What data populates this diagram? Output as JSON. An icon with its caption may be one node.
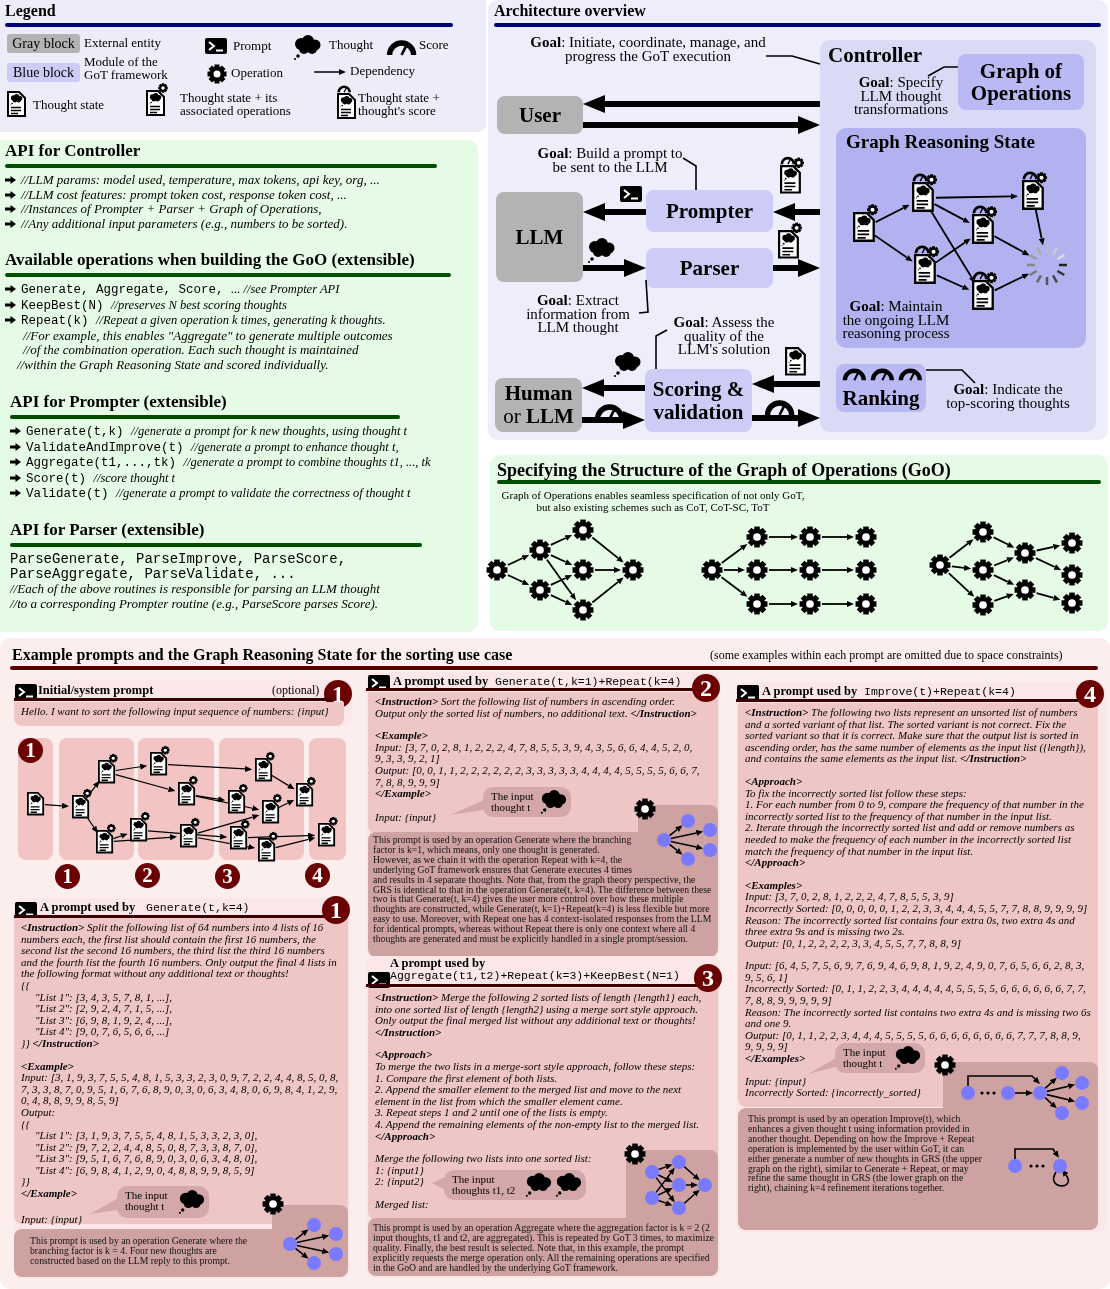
{
  "diagram": {
    "nodes": [
      {
        "text": [
          "Architecture overview"
        ]
      },
      {
        "text": [
          "Controller"
        ],
        "in": 0
      },
      {
        "text": [
          "Graph of Operations"
        ],
        "in": 1
      },
      {
        "text": [
          "Graph Reasoning State",
          "**Goal**: Maintain the ongoing LLM reasoning process"
        ],
        "in": 1
      },
      {
        "text": [
          "Ranking"
        ],
        "in": 1
      },
      {
        "text": [
          "User"
        ],
        "in": 0
      },
      {
        "text": [
          "LLM"
        ],
        "in": 0
      },
      {
        "text": [
          "Prompter"
        ],
        "in": 0
      },
      {
        "text": [
          "Parser"
        ],
        "in": 0
      },
      {
        "text": [
          "**Human** or **LLM**"
        ],
        "in": 0
      },
      {
        "text": [
          "Scoring & validation"
        ],
        "in": 0
      },
      {
        "text": [
          "**Goal**: Initiate, coordinate, manage, and progress the GoT execution"
        ],
        "in": 0
      },
      {
        "text": [
          "**Goal**: Specify LLM thought transformations"
        ],
        "in": 1
      },
      {
        "text": [
          "**Goal**: Build a prompt to be sent to the LLM"
        ],
        "in": 0
      },
      {
        "text": [
          "**Goal**: Extract information from LLM thought"
        ],
        "in": 0
      },
      {
        "text": [
          "**Goal**: Assess the quality of the LLM's solution"
        ],
        "in": 0
      },
      {
        "text": [
          "**Goal**: Indicate the top-scoring thoughts"
        ],
        "in": 1
      },
      {
        "text": [
          "API for Controller",
          "//LLM params: model used, temperature, max tokens, api key, org, ...",
          "//LLM cost features: prompt token cost, response token cost, ...",
          "//Instances of Prompter + Parser + Graph of Operations,",
          "//Any additional input parameters (e.g., numbers to be sorted)."
        ]
      },
      {
        "text": [
          "Available operations when building the GoO (extensible)",
          "Generate, Aggregate, Score, *... //see Prompter API*",
          "KeepBest(N) *//preserves N best scoring thoughts*",
          "Repeat(k) *//Repeat a given operation k times, generating k thoughts.*",
          "//For example, this enables \"Aggregate\" to generate multiple outcomes",
          "//of the combination operation. Each such thought is maintained",
          "//within the Graph Reasoning State and scored individually."
        ]
      },
      {
        "text": [
          "API for Prompter (extensible)",
          "Generate(t,k) *//generate a prompt for k new thoughts, using thought t*",
          "ValidateAndImprove(t) *//generate a prompt to enhance thought t,*",
          "Aggregate(t1,...,tk) *//generate a prompt to combine thoughts t1, ..., tk*",
          "Score(t) *//score thought t*",
          "Validate(t) *//generate a prompt to validate the correctness of thought t*"
        ]
      },
      {
        "text": [
          "API for Parser (extensible)",
          "ParseGenerate, ParseImprove, ParseScore, ParseAggregate, ParseValidate, ...",
          "//Each of the above routines is responsible for parsing an LLM thought",
          "//to a corresponding Prompter routine (e.g., ParseScore parses Score)."
        ]
      },
      {
        "text": [
          "Specifying the Structure of the Graph of Operations (GoO)",
          "Graph of Operations enables seamless specification of not only GoT, but also existing schemes such as CoT, CoT-SC, ToT"
        ]
      },
      {
        "text": [
          "Example prompts and the Graph Reasoning State for the sorting use case",
          "(some examples within each prompt are omitted due to space constraints)"
        ]
      },
      {
        "text": [
          "Initial/system prompt",
          "(optional)",
          "1",
          "Hello. I want to sort the following input sequence of numbers: {input}"
        ],
        "in": 22
      },
      {
        "text": [
          "A prompt used by",
          "Generate(t,k=4)",
          "**<Instruction>** Split the following list of 64 numbers into 4 lists of 16 numbers each, the first list should contain the first 16 numbers, the second list the second 16 numbers, the third list the third 16 numbers and the fourth list the fourth 16 numbers. Only output the final 4 lists in the following format without any additional text or thoughts!",
          "{{",
          "\"List 1\": [3, 4, 3, 5, 7, 8, 1, ...],",
          "\"List 2\": [2, 9, 2, 4, 7, 1, 5, ...],",
          "\"List 3\": [6, 9, 8, 1, 9, 2, 4, ...],",
          "\"List 4\": [9, 0, 7, 6, 5, 6, 6, ...]",
          "}} **</Instruction>**",
          "<Example>",
          "Input: [3, 1, 9, 3, 7, 5, 5, 4, 8, 1, 5, 3, 3, 2, 3, 0, 9, 7, 2, 2, 4, 4, 8, 5, 0, 8, 7, 3, 3, 8, 7, 0, 9, 5, 1, 6, 7, 6, 8, 9, 0, 3, 0, 6, 3, 4, 8, 0, 6, 9, 8, 4, 1, 2, 9, 0, 4, 8, 8, 9, 9, 8, 5, 9]",
          "Output:",
          "{{",
          "\"List 1\": [3, 1, 9, 3, 7, 5, 5, 4, 8, 1, 5, 3, 3, 2, 3, 0],",
          "\"List 2\": [9, 7, 2, 2, 4, 4, 8, 5, 0, 8, 7, 3, 3, 8, 7, 0],",
          "\"List 3\": [9, 5, 1, 6, 7, 6, 8, 9, 0, 3, 0, 6, 3, 4, 8, 0],",
          "\"List 4\": [6, 9, 8, 4, 1, 2, 9, 0, 4, 8, 8, 9, 9, 8, 5, 9]",
          "}}",
          "</Example>",
          "Input: {input}"
        ],
        "beside": [
          "1"
        ],
        "in": 22
      },
      {
        "text": [
          "The input thought t"
        ],
        "in": 24
      },
      {
        "text": [
          "This prompt is used by an operation Generate where the branching factor is k = 4. Four new thoughts are constructed based on the LLM reply to this prompt."
        ],
        "in": 24
      },
      {
        "text": [
          "A prompt used by",
          "Generate(t,k=1)+Repeat(k=4)",
          "**<Instruction>** Sort the following list of numbers in ascending order. Output only the sorted list of numbers, no additional text. **</Instruction>**",
          "<Example>",
          "Input: [3, 7, 0, 2, 8, 1, 2, 2, 2, 4, 7, 8, 5, 5, 3, 9, 4, 3, 5, 6, 6, 4, 4, 5, 2, 0, 9, 3, 3, 9, 2, 1]",
          "Output: [0, 0, 1, 1, 2, 2, 2, 2, 2, 2, 3, 3, 3, 3, 3, 4, 4, 4, 4, 5, 5, 5, 5, 6, 6, 7, 7, 8, 8, 9, 9, 9]",
          "</Example>",
          "Input: {input}"
        ],
        "beside": [
          "2"
        ],
        "in": 22
      },
      {
        "text": [
          "The input thought t"
        ],
        "in": 27
      },
      {
        "text": [
          "This prompt is used by an operation Generate where the branching factor is k=1, which means, only one thought is generated. However, as we chain it with the operation Repeat with k=4, the underlying GoT framework ensures that Generate executes 4 times and results in 4 separate thoughts. Note that, from the graph theory perspective, the GRS is identical to that in the operation Generate(t, k=4). The difference between these two is that Generate(t, k=4) gives the user more control over how these multiple thoughts are constructed, while Generate(t, k=1)+Repeat(k=4) is less flexible but more easy to use. Moreover, with Repeat one has 4 context-isolated responses from the LLM for identical prompts, whereas without Repeat there is only one context where all 4 thoughts are generated and must be explicitly handled in a single prompt/session."
        ],
        "in": 27
      },
      {
        "text": [
          "A prompt used by",
          "Aggregate(t1,t2)+Repeat(k=3)+KeepBest(N=1)",
          "**<Instruction>** Merge the following 2 sorted lists of length {length1} each, into one sorted list of length {length2} using a merge sort style approach. Only output the final merged list without any additional text or thoughts! **</Instruction>**",
          "<Approach>",
          "To merge the two lists in a merge-sort style approach, follow these steps:",
          "1. Compare the first element of both lists.",
          "2. Append the smaller element to the merged list and move to the next element in the list from which the smaller element came.",
          "3. Repeat steps 1 and 2 until one of the lists is empty.",
          "4. Append the remaining elements of the non-empty list to the merged list.",
          "</Approach>",
          "Merge the following two lists into one sorted list:",
          "1: {input1}",
          "2: {input2}",
          "Merged list:"
        ],
        "beside": [
          "3"
        ],
        "in": 22
      },
      {
        "text": [
          "The input thoughts t1, t2"
        ],
        "in": 30
      },
      {
        "text": [
          "This prompt is used by an operation Aggregate where the aggregation factor is k = 2 (2 input thoughts, t1 and t2, are aggregated). This is repeated by GoT 3 times, to maximize quality. Finally, the best result is selected. Note that, in this example, the prompt explicitly requests the merge operation only. All the remaining operations are specified in the GoO and are handled by the underlying GoT framework."
        ],
        "in": 30
      },
      {
        "text": [
          "A prompt used by",
          "Improve(t)+Repeat(k=4)",
          "**<Instruction>** The following two lists represent an unsorted list of numbers and a sorted variant of that list. The sorted variant is not correct. Fix the sorted variant so that it is correct. Make sure that the output list is sorted in ascending order, has the same number of elements as the input list ({length}), and contains the same elements as the input list. **</Instruction>**",
          "<Approach>",
          "To fix the incorrectly sorted list follow these steps:",
          "1. For each number from 0 to 9, compare the frequency of that number in the incorrectly sorted list to the frequency of that number in the input list.",
          "2. Iterate through the incorrectly sorted list and add or remove numbers as needed to make the frequency of each number in the incorrectly sorted list match the frequency of that number in the input list.",
          "</Approach>",
          "<Examples>",
          "Input: [3, 7, 0, 2, 8, 1, 2, 2, 2, 4, 7, 8, 5, 5, 3, 9]",
          "Incorrectly Sorted: [0, 0, 0, 0, 0, 1, 2, 2, 3, 3, 4, 4, 4, 5, 5, 7, 7, 8, 8, 9, 9, 9, 9]",
          "Reason: The incorrectly sorted list contains four extra 0s, two extra 4s and three extra 9s and is missing two 2s.",
          "Output: [0, 1, 2, 2, 2, 2, 3, 3, 4, 5, 5, 7, 7, 8, 8, 9]",
          "Input: [6, 4, 5, 7, 5, 6, 9, 7, 6, 9, 4, 6, 9, 8, 1, 9, 2, 4, 9, 0, 7, 6, 5, 6, 6, 2, 8, 3, 9, 5, 6, 1]",
          "Incorrectly Sorted: [0, 1, 1, 2, 2, 3, 4, 4, 4, 4, 4, 5, 5, 5, 5, 6, 6, 6, 6, 6, 6, 7, 7, 7, 8, 8, 9, 9, 9, 9, 9]",
          "Reason: The incorrectly sorted list contains two extra 4s and is missing two 6s and one 9.",
          "Output: [0, 1, 1, 2, 2, 3, 4, 4, 4, 5, 5, 5, 5, 6, 6, 6, 6, 6, 6, 6, 6, 7, 7, 7, 8, 8, 9, 9, 9, 9, 9]",
          "</Examples>",
          "Input: {input}",
          "Incorrectly Sorted: {incorrectly_sorted}"
        ],
        "beside": [
          "4"
        ],
        "in": 22
      },
      {
        "text": [
          "The input thought t"
        ],
        "in": 33
      },
      {
        "text": [
          "This prompt is used by an operation Improve(t), which enhances a given thought t using information provided in another thought. Depending on how the Improve + Repeat operation is implemented by the user within GoT, it can either generate a number of new thoughts in GRS (the upper graph on the right), similar to Generate + Repeat, or may refine the same thought in GRS (the lower graph on the right), chaining k=4 refinement iterations together."
        ],
        "in": 33
      }
    ],
    "edges": [
      {
        "from": 1,
        "to": 5,
        "arrow": "to"
      },
      {
        "from": 5,
        "to": 1,
        "arrow": "to"
      },
      {
        "from": 1,
        "to": 7,
        "arrow": "to"
      },
      {
        "from": 7,
        "to": 6,
        "arrow": "to"
      },
      {
        "from": 6,
        "to": 8,
        "arrow": "to"
      },
      {
        "from": 8,
        "to": 1,
        "arrow": "to"
      },
      {
        "from": 1,
        "to": 10,
        "arrow": "to"
      },
      {
        "from": 10,
        "to": 9,
        "arrow": "to"
      },
      {
        "from": 9,
        "to": 10,
        "arrow": "to"
      },
      {
        "from": 10,
        "to": 1,
        "arrow": "to"
      },
      {
        "from": 11,
        "to": 1,
        "arrow": "none"
      },
      {
        "from": 12,
        "to": 2,
        "arrow": "none"
      },
      {
        "from": 13,
        "to": 7,
        "arrow": "none"
      },
      {
        "from": 14,
        "to": 8,
        "arrow": "none"
      },
      {
        "from": 15,
        "to": 10,
        "arrow": "none"
      },
      {
        "from": 16,
        "to": 4,
        "arrow": "none"
      }
    ],
    "labels": [
      "Legend",
      "Gray block",
      "Blue block",
      "1",
      "1",
      "2",
      "3",
      "4"
    ],
    "legend": [
      {
        "text": "External entity",
        "color": "#b3b3b3"
      },
      {
        "text": "Prompt"
      },
      {
        "text": "Thought"
      },
      {
        "text": "Score"
      },
      {
        "text": "Module of the GoT framework",
        "color": "#ccccf7"
      },
      {
        "text": "Operation"
      },
      {
        "text": "Dependency"
      },
      {
        "text": "Thought state"
      },
      {
        "text": "Thought state + its associated operations"
      },
      {
        "text": "Thought state + thought's score"
      }
    ]
  }
}
